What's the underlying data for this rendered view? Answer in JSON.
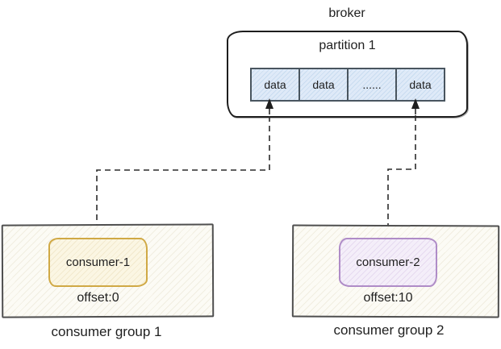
{
  "broker": {
    "label": "broker",
    "partition": {
      "label": "partition 1",
      "cells": [
        "data",
        "data",
        "......",
        "data"
      ]
    }
  },
  "consumer_groups": [
    {
      "label": "consumer group 1",
      "consumer": {
        "name": "consumer-1"
      },
      "offset": "offset:0",
      "accent_color": "#d0a945",
      "fill_color": "#fbf6e3"
    },
    {
      "label": "consumer group 2",
      "consumer": {
        "name": "consumer-2"
      },
      "offset": "offset:10",
      "accent_color": "#af8cc7",
      "fill_color": "#f4eef9"
    }
  ],
  "connectors": [
    {
      "from": "consumer-1",
      "to": "partition-cell-1",
      "style": "dashed, arrow into cell"
    },
    {
      "from": "consumer-2",
      "to": "partition-cell-4",
      "style": "dashed, arrow into cell"
    }
  ],
  "colors": {
    "cell_fill": "#dfeaf8",
    "cell_hatch": "#c9dcf0",
    "cell_border": "#49555f",
    "broker_outline": "#1e1e1e",
    "group_border": "#4f4f4f",
    "group_fill": "#fcfbf5",
    "connector": "#2b2b2b",
    "text": "#1f1f1f"
  }
}
